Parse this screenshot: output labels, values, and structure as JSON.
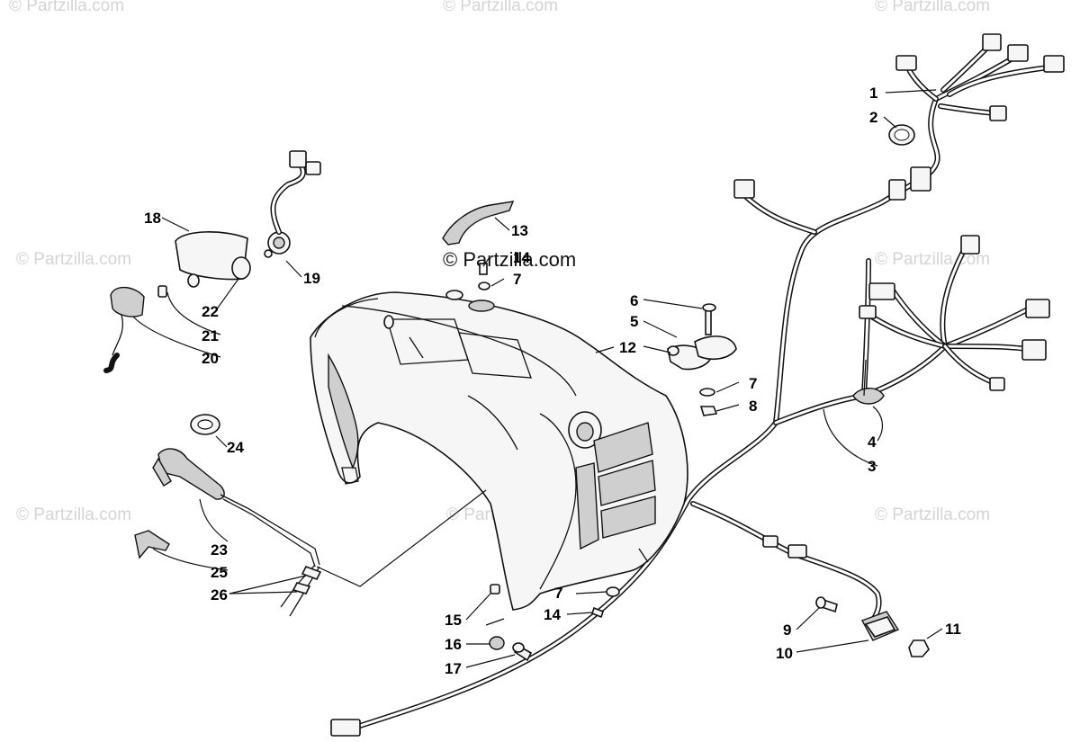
{
  "watermarks": {
    "top_left": "© Partzilla.com",
    "top_center": "© Partzilla.com",
    "top_right": "© Partzilla.com",
    "mid_left": "© Partzilla.com",
    "mid_center": "© Partzilla.com",
    "mid_right": "© Partzilla.com",
    "low_left": "© Partzilla.com",
    "low_center": "© Partzilla.com",
    "low_right": "© Partzilla.com"
  },
  "callouts": {
    "c1": "1",
    "c2": "2",
    "c3": "3",
    "c4": "4",
    "c5": "5",
    "c6": "6",
    "c7a": "7",
    "c7b": "7",
    "c7c": "7",
    "c8": "8",
    "c9": "9",
    "c10": "10",
    "c11": "11",
    "c12": "12",
    "c13": "13",
    "c14a": "14",
    "c14b": "14",
    "c15": "15",
    "c16": "16",
    "c17": "17",
    "c18": "18",
    "c19": "19",
    "c20": "20",
    "c21": "21",
    "c22": "22",
    "c23": "23",
    "c24": "24",
    "c25": "25",
    "c26": "26"
  }
}
